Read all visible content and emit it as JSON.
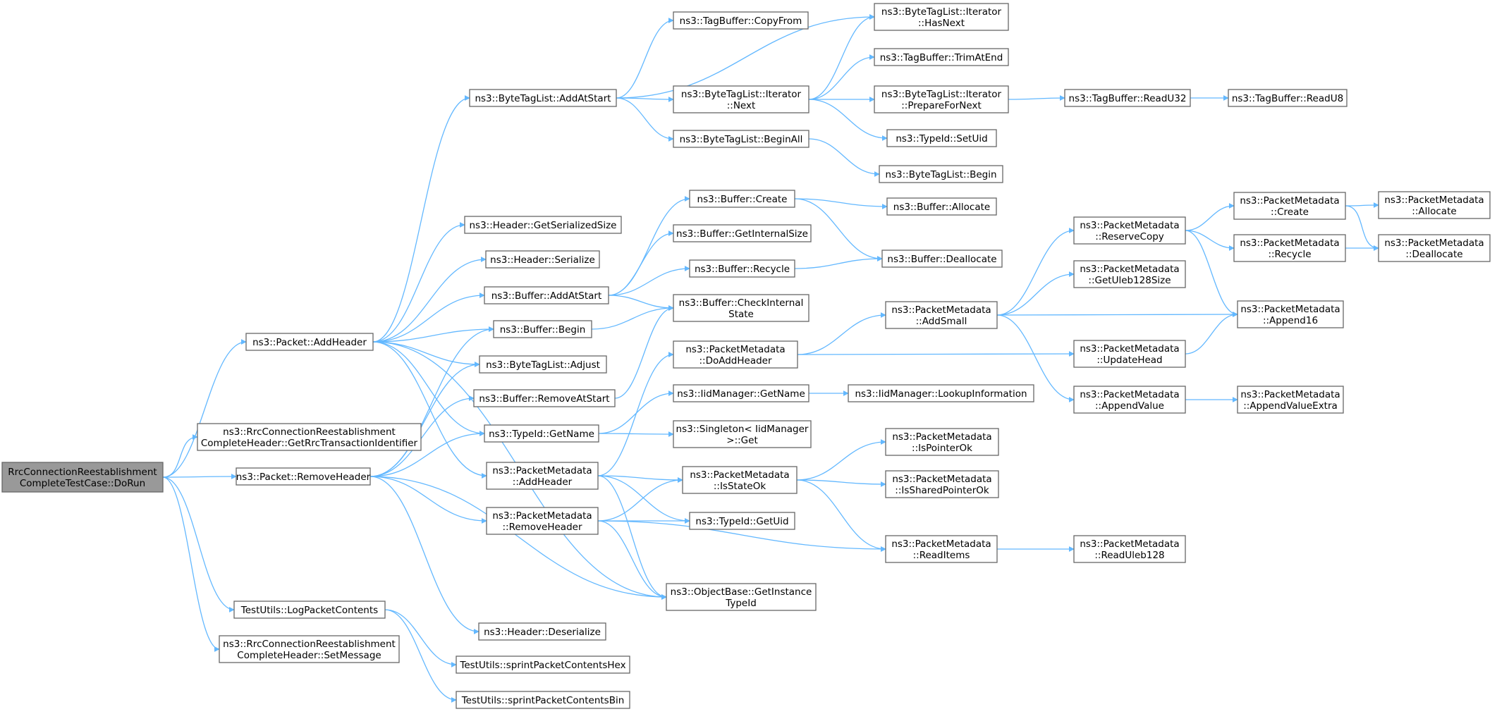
{
  "colors": {
    "edge": "#63b8ff",
    "node_border": "#666666",
    "root_fill": "#999999",
    "node_fill": "#ffffff"
  },
  "nodes": [
    {
      "id": "dorun",
      "lines": [
        "RrcConnectionReestablishment",
        "CompleteTestCase::DoRun"
      ],
      "root": true
    },
    {
      "id": "pkt_addheader",
      "lines": [
        "ns3::Packet::AddHeader"
      ]
    },
    {
      "id": "getrrc",
      "lines": [
        "ns3::RrcConnectionReestablishment",
        "CompleteHeader::GetRrcTransactionIdentifier"
      ]
    },
    {
      "id": "pkt_removeheader",
      "lines": [
        "ns3::Packet::RemoveHeader"
      ]
    },
    {
      "id": "logpkt",
      "lines": [
        "TestUtils::LogPacketContents"
      ]
    },
    {
      "id": "setmsg",
      "lines": [
        "ns3::RrcConnectionReestablishment",
        "CompleteHeader::SetMessage"
      ]
    },
    {
      "id": "btl_addatstart",
      "lines": [
        "ns3::ByteTagList::AddAtStart"
      ]
    },
    {
      "id": "hdr_getser",
      "lines": [
        "ns3::Header::GetSerializedSize"
      ]
    },
    {
      "id": "hdr_ser",
      "lines": [
        "ns3::Header::Serialize"
      ]
    },
    {
      "id": "buf_addatstart",
      "lines": [
        "ns3::Buffer::AddAtStart"
      ]
    },
    {
      "id": "buf_begin",
      "lines": [
        "ns3::Buffer::Begin"
      ]
    },
    {
      "id": "btl_adjust",
      "lines": [
        "ns3::ByteTagList::Adjust"
      ]
    },
    {
      "id": "buf_removeatstart",
      "lines": [
        "ns3::Buffer::RemoveAtStart"
      ]
    },
    {
      "id": "typeid_getname",
      "lines": [
        "ns3::TypeId::GetName"
      ]
    },
    {
      "id": "pm_addheader",
      "lines": [
        "ns3::PacketMetadata",
        "::AddHeader"
      ]
    },
    {
      "id": "pm_removeheader",
      "lines": [
        "ns3::PacketMetadata",
        "::RemoveHeader"
      ]
    },
    {
      "id": "hdr_deser",
      "lines": [
        "ns3::Header::Deserialize"
      ]
    },
    {
      "id": "tu_hex",
      "lines": [
        "TestUtils::sprintPacketContentsHex"
      ]
    },
    {
      "id": "tu_bin",
      "lines": [
        "TestUtils::sprintPacketContentsBin"
      ]
    },
    {
      "id": "tb_copyfrom",
      "lines": [
        "ns3::TagBuffer::CopyFrom"
      ]
    },
    {
      "id": "btli_next",
      "lines": [
        "ns3::ByteTagList::Iterator",
        "::Next"
      ]
    },
    {
      "id": "btl_beginall",
      "lines": [
        "ns3::ByteTagList::BeginAll"
      ]
    },
    {
      "id": "buf_create",
      "lines": [
        "ns3::Buffer::Create"
      ]
    },
    {
      "id": "buf_getinternalsize",
      "lines": [
        "ns3::Buffer::GetInternalSize"
      ]
    },
    {
      "id": "buf_recycle",
      "lines": [
        "ns3::Buffer::Recycle"
      ]
    },
    {
      "id": "buf_checkinternal",
      "lines": [
        "ns3::Buffer::CheckInternal",
        "State"
      ]
    },
    {
      "id": "pm_doaddheader",
      "lines": [
        "ns3::PacketMetadata",
        "::DoAddHeader"
      ]
    },
    {
      "id": "iid_getname",
      "lines": [
        "ns3::IidManager::GetName"
      ]
    },
    {
      "id": "singleton_get",
      "lines": [
        "ns3::Singleton< IidManager",
        ">::Get"
      ]
    },
    {
      "id": "pm_isstateok",
      "lines": [
        "ns3::PacketMetadata",
        "::IsStateOk"
      ]
    },
    {
      "id": "typeid_getuid",
      "lines": [
        "ns3::TypeId::GetUid"
      ]
    },
    {
      "id": "ob_getinstance",
      "lines": [
        "ns3::ObjectBase::GetInstance",
        "TypeId"
      ]
    },
    {
      "id": "btli_hasnext",
      "lines": [
        "ns3::ByteTagList::Iterator",
        "::HasNext"
      ]
    },
    {
      "id": "tb_trimatend",
      "lines": [
        "ns3::TagBuffer::TrimAtEnd"
      ]
    },
    {
      "id": "btli_prepare",
      "lines": [
        "ns3::ByteTagList::Iterator",
        "::PrepareForNext"
      ]
    },
    {
      "id": "typeid_setuid",
      "lines": [
        "ns3::TypeId::SetUid"
      ]
    },
    {
      "id": "btl_begin",
      "lines": [
        "ns3::ByteTagList::Begin"
      ]
    },
    {
      "id": "buf_allocate",
      "lines": [
        "ns3::Buffer::Allocate"
      ]
    },
    {
      "id": "buf_deallocate",
      "lines": [
        "ns3::Buffer::Deallocate"
      ]
    },
    {
      "id": "pm_addsmall",
      "lines": [
        "ns3::PacketMetadata",
        "::AddSmall"
      ]
    },
    {
      "id": "iid_lookup",
      "lines": [
        "ns3::IidManager::LookupInformation"
      ]
    },
    {
      "id": "pm_ispointerok",
      "lines": [
        "ns3::PacketMetadata",
        "::IsPointerOk"
      ]
    },
    {
      "id": "pm_issharedpointerok",
      "lines": [
        "ns3::PacketMetadata",
        "::IsSharedPointerOk"
      ]
    },
    {
      "id": "pm_readitems",
      "lines": [
        "ns3::PacketMetadata",
        "::ReadItems"
      ]
    },
    {
      "id": "tb_readu32",
      "lines": [
        "ns3::TagBuffer::ReadU32"
      ]
    },
    {
      "id": "pm_reservecopy",
      "lines": [
        "ns3::PacketMetadata",
        "::ReserveCopy"
      ]
    },
    {
      "id": "pm_getuleb",
      "lines": [
        "ns3::PacketMetadata",
        "::GetUleb128Size"
      ]
    },
    {
      "id": "pm_updatehead",
      "lines": [
        "ns3::PacketMetadata",
        "::UpdateHead"
      ]
    },
    {
      "id": "pm_appendvalue",
      "lines": [
        "ns3::PacketMetadata",
        "::AppendValue"
      ]
    },
    {
      "id": "pm_readuleb",
      "lines": [
        "ns3::PacketMetadata",
        "::ReadUleb128"
      ]
    },
    {
      "id": "tb_readu8",
      "lines": [
        "ns3::TagBuffer::ReadU8"
      ]
    },
    {
      "id": "pm_create",
      "lines": [
        "ns3::PacketMetadata",
        "::Create"
      ]
    },
    {
      "id": "pm_recycle",
      "lines": [
        "ns3::PacketMetadata",
        "::Recycle"
      ]
    },
    {
      "id": "pm_append16",
      "lines": [
        "ns3::PacketMetadata",
        "::Append16"
      ]
    },
    {
      "id": "pm_appendvalueextra",
      "lines": [
        "ns3::PacketMetadata",
        "::AppendValueExtra"
      ]
    },
    {
      "id": "pm_allocate",
      "lines": [
        "ns3::PacketMetadata",
        "::Allocate"
      ]
    },
    {
      "id": "pm_deallocate",
      "lines": [
        "ns3::PacketMetadata",
        "::Deallocate"
      ]
    }
  ],
  "edges": [
    [
      "dorun",
      "pkt_addheader"
    ],
    [
      "dorun",
      "getrrc"
    ],
    [
      "dorun",
      "pkt_removeheader"
    ],
    [
      "dorun",
      "logpkt"
    ],
    [
      "dorun",
      "setmsg"
    ],
    [
      "pkt_addheader",
      "btl_addatstart"
    ],
    [
      "pkt_addheader",
      "hdr_getser"
    ],
    [
      "pkt_addheader",
      "hdr_ser"
    ],
    [
      "pkt_addheader",
      "buf_addatstart"
    ],
    [
      "pkt_addheader",
      "buf_begin"
    ],
    [
      "pkt_addheader",
      "btl_adjust"
    ],
    [
      "pkt_addheader",
      "typeid_getname"
    ],
    [
      "pkt_addheader",
      "pm_addheader"
    ],
    [
      "pkt_addheader",
      "ob_getinstance"
    ],
    [
      "pkt_removeheader",
      "buf_begin"
    ],
    [
      "pkt_removeheader",
      "btl_adjust"
    ],
    [
      "pkt_removeheader",
      "buf_removeatstart"
    ],
    [
      "pkt_removeheader",
      "typeid_getname"
    ],
    [
      "pkt_removeheader",
      "pm_removeheader"
    ],
    [
      "pkt_removeheader",
      "hdr_deser"
    ],
    [
      "pkt_removeheader",
      "ob_getinstance"
    ],
    [
      "logpkt",
      "tu_hex"
    ],
    [
      "logpkt",
      "tu_bin"
    ],
    [
      "btl_addatstart",
      "tb_copyfrom"
    ],
    [
      "btl_addatstart",
      "btli_hasnext"
    ],
    [
      "btl_addatstart",
      "btli_next"
    ],
    [
      "btl_addatstart",
      "btl_beginall"
    ],
    [
      "buf_addatstart",
      "buf_create"
    ],
    [
      "buf_addatstart",
      "buf_getinternalsize"
    ],
    [
      "buf_addatstart",
      "buf_recycle"
    ],
    [
      "buf_addatstart",
      "buf_checkinternal"
    ],
    [
      "buf_begin",
      "buf_checkinternal"
    ],
    [
      "buf_removeatstart",
      "buf_checkinternal"
    ],
    [
      "typeid_getname",
      "iid_getname"
    ],
    [
      "typeid_getname",
      "singleton_get"
    ],
    [
      "pm_addheader",
      "pm_doaddheader"
    ],
    [
      "pm_addheader",
      "pm_isstateok"
    ],
    [
      "pm_addheader",
      "typeid_getuid"
    ],
    [
      "pm_addheader",
      "ob_getinstance"
    ],
    [
      "pm_removeheader",
      "pm_isstateok"
    ],
    [
      "pm_removeheader",
      "typeid_getuid"
    ],
    [
      "pm_removeheader",
      "pm_readitems"
    ],
    [
      "pm_removeheader",
      "ob_getinstance"
    ],
    [
      "btli_next",
      "btli_hasnext"
    ],
    [
      "btli_next",
      "tb_trimatend"
    ],
    [
      "btli_next",
      "btli_prepare"
    ],
    [
      "btli_next",
      "typeid_setuid"
    ],
    [
      "btl_beginall",
      "btl_begin"
    ],
    [
      "buf_create",
      "buf_allocate"
    ],
    [
      "buf_create",
      "buf_deallocate"
    ],
    [
      "buf_recycle",
      "buf_deallocate"
    ],
    [
      "pm_doaddheader",
      "pm_addsmall"
    ],
    [
      "pm_doaddheader",
      "pm_updatehead"
    ],
    [
      "iid_getname",
      "iid_lookup"
    ],
    [
      "pm_isstateok",
      "pm_ispointerok"
    ],
    [
      "pm_isstateok",
      "pm_issharedpointerok"
    ],
    [
      "pm_isstateok",
      "pm_readitems"
    ],
    [
      "btli_prepare",
      "tb_readu32"
    ],
    [
      "tb_readu32",
      "tb_readu8"
    ],
    [
      "pm_addsmall",
      "pm_reservecopy"
    ],
    [
      "pm_addsmall",
      "pm_getuleb"
    ],
    [
      "pm_addsmall",
      "pm_append16"
    ],
    [
      "pm_addsmall",
      "pm_appendvalue"
    ],
    [
      "pm_readitems",
      "pm_readuleb"
    ],
    [
      "pm_reservecopy",
      "pm_create"
    ],
    [
      "pm_reservecopy",
      "pm_recycle"
    ],
    [
      "pm_reservecopy",
      "pm_append16"
    ],
    [
      "pm_updatehead",
      "pm_append16"
    ],
    [
      "pm_appendvalue",
      "pm_appendvalueextra"
    ],
    [
      "pm_create",
      "pm_allocate"
    ],
    [
      "pm_create",
      "pm_deallocate"
    ],
    [
      "pm_recycle",
      "pm_deallocate"
    ]
  ]
}
